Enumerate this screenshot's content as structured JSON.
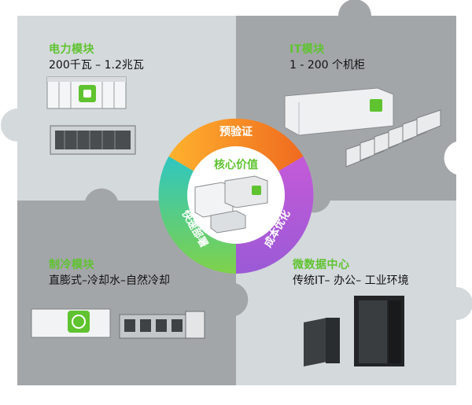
{
  "colors": {
    "accent_green": "#5fc330",
    "quad_light": "#d4d9dc",
    "quad_dark": "#a3a6a9",
    "ring_orange": "#f29522",
    "ring_purple": "#b65ad6",
    "ring_teal": "#2fc2b8",
    "ring_green": "#6cc24a"
  },
  "quadrants": {
    "power": {
      "title": "电力模块",
      "subtitle": "200千瓦 – 1.2兆瓦"
    },
    "it": {
      "title": "IT模块",
      "subtitle": "1 - 200 个机柜"
    },
    "cooling": {
      "title": "制冷模块",
      "subtitle": "直膨式–冷却水–自然冷却"
    },
    "micro": {
      "title": "微数据中心",
      "subtitle": "传统IT– 办公– 工业环境"
    }
  },
  "center": {
    "title": "核心价值",
    "segments": [
      "预验证",
      "成本优化",
      "快速部署"
    ]
  }
}
